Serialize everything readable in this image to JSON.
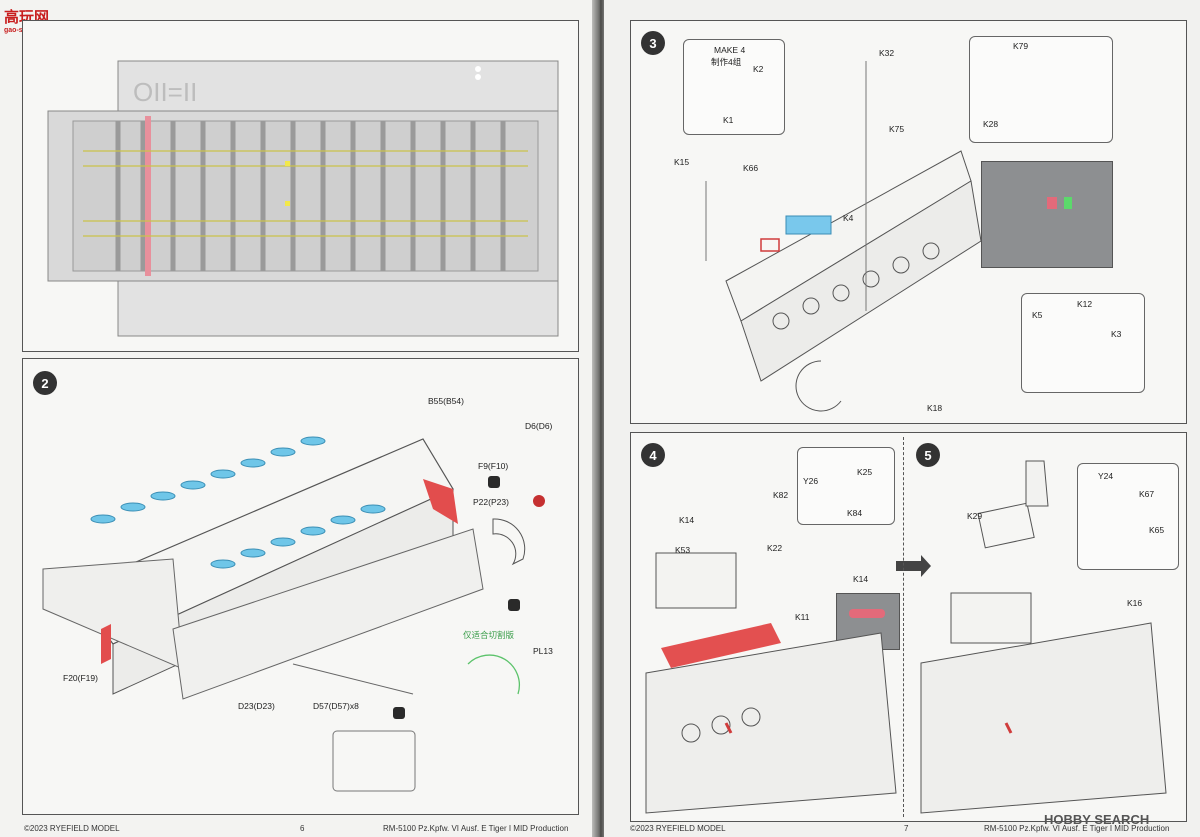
{
  "watermark": {
    "title": "高玩网",
    "url": "gao-shou.com"
  },
  "left_page": {
    "step2": {
      "number": "2",
      "labels": {
        "b55": "B55(B54)",
        "d6": "D6(D6)",
        "f9": "F9(F10)",
        "p22": "P22(P23)",
        "f20": "F20(F19)",
        "d23": "D23(D23)",
        "d57": "D57(D57)x8",
        "pl13": "PL13",
        "note": "仅适合切割版"
      }
    },
    "footer": {
      "copyright": "©2023 RYEFIELD MODEL",
      "page": "6",
      "product": "RM-5100 Pz.Kpfw. VI Ausf. E Tiger I MID Production"
    }
  },
  "right_page": {
    "step3": {
      "number": "3",
      "labels": {
        "make4": "MAKE 4",
        "make4_cn": "制作4组",
        "k2": "K2",
        "k1": "K1",
        "k32": "K32",
        "k75": "K75",
        "k79": "K79",
        "k28": "K28",
        "k15": "K15",
        "k66": "K66",
        "k4": "K4",
        "k5": "K5",
        "k12": "K12",
        "k3": "K3",
        "k18": "K18"
      }
    },
    "step4": {
      "number": "4",
      "labels": {
        "k14": "K14",
        "k82": "K82",
        "y26": "Y26",
        "k25": "K25",
        "k84": "K84",
        "k22": "K22",
        "k53": "K53",
        "k11": "K11",
        "k14b": "K14"
      }
    },
    "step5": {
      "number": "5",
      "labels": {
        "y24": "Y24",
        "k67": "K67",
        "k65": "K65",
        "k29": "K29",
        "k16": "K16"
      }
    },
    "footer": {
      "copyright": "©2023 RYEFIELD MODEL",
      "page": "7",
      "product": "RM-5100 Pz.Kpfw. VI Ausf. E Tiger I MID Production"
    },
    "hobbysearch": "HOBBY SEARCH"
  }
}
